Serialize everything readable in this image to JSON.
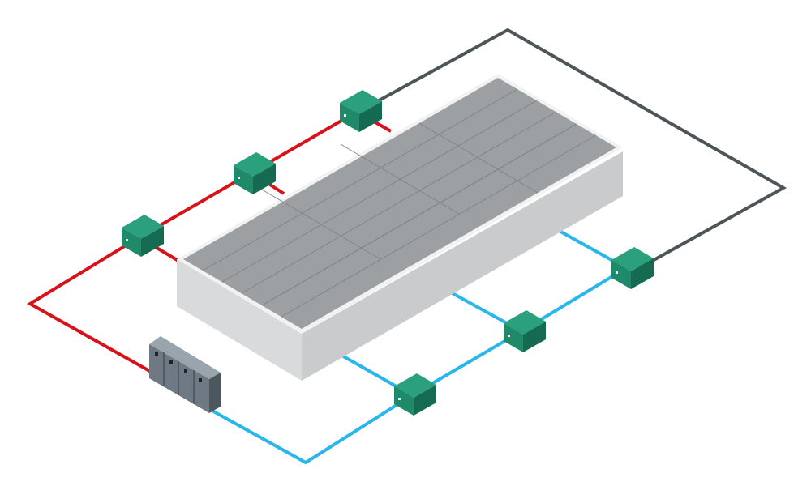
{
  "diagram": {
    "description_visible_text": "",
    "colors": {
      "red_loop": "#d8121a",
      "blue_loop": "#29b6ea",
      "gray_loop": "#4d5559",
      "roof_fill": "#9c9fa2",
      "roof_lines": "#7b7f83",
      "building_side": "#c8cacc",
      "building_front": "#dadbdc",
      "building_edge": "#f2f2f2",
      "module_main": "#1f8a6a",
      "module_dark": "#146b52",
      "module_light": "#2aa07c",
      "cabinet_main": "#707b85",
      "cabinet_dark": "#4d5760",
      "cabinet_light": "#9aa4ad"
    },
    "components": [
      {
        "name": "rooftop-solar-array-building",
        "kind": "building"
      },
      {
        "name": "electrical-cabinet",
        "kind": "cabinet",
        "doors": 4
      },
      {
        "name": "inverter-module",
        "kind": "module",
        "count": 6
      }
    ],
    "connections": [
      {
        "name": "red-cable-loop",
        "color_key": "red_loop"
      },
      {
        "name": "blue-cable-loop",
        "color_key": "blue_loop"
      },
      {
        "name": "gray-cable-loop",
        "color_key": "gray_loop"
      }
    ]
  }
}
